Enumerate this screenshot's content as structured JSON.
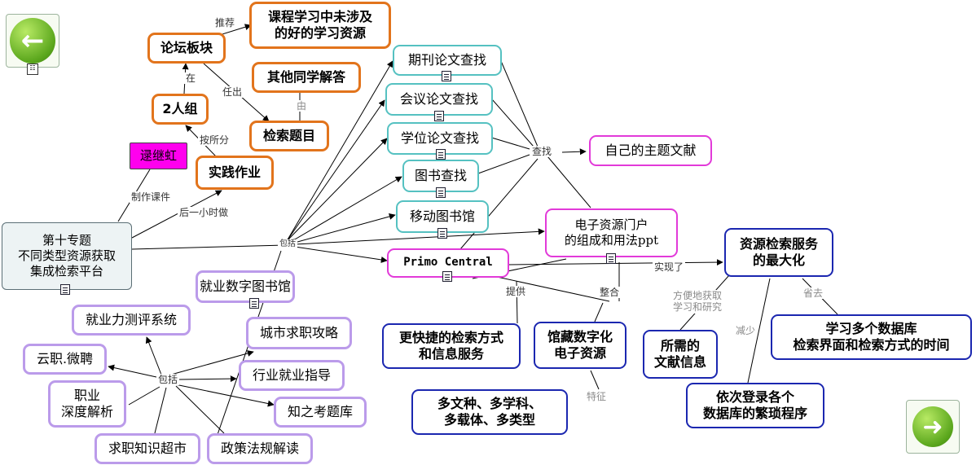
{
  "nodes": {
    "root": "第十专题\n不同类型资源获取\n集成检索平台",
    "forum": "论坛板块",
    "course_resources": "课程学习中未涉及\n的好的学习资源",
    "other_answers": "其他同学解答",
    "group2": "2人组",
    "search_topic": "检索题目",
    "author": "逯继虹",
    "practice": "实践作业",
    "journal": "期刊论文查找",
    "conference": "会议论文查找",
    "thesis": "学位论文查找",
    "books": "图书查找",
    "mobile_lib": "移动图书馆",
    "own_topic": "自己的主题文献",
    "eportal": "电子资源门户\n的组成和用法ppt",
    "primo": "Primo Central",
    "maximize": "资源检索服务\n的最大化",
    "faster": "更快捷的检索方式\n和信息服务",
    "collection": "馆藏数字化\n电子资源",
    "needed_info": "所需的\n文献信息",
    "learn_many": "学习多个数据库\n检索界面和检索方式的时间",
    "multi": "多文种、多学科、\n多载体、多类型",
    "login": "依次登录各个\n数据库的繁琐程序",
    "job_library": "就业数字图书馆",
    "job_test": "就业力测评系统",
    "city_guide": "城市求职攻略",
    "cloud_job": "云职.微聘",
    "industry": "行业就业指导",
    "career": "职业\n深度解析",
    "exam_bank": "知之考题库",
    "knowledge_market": "求职知识超市",
    "policy": "政策法规解读"
  },
  "labels": {
    "recommend": "推荐",
    "at": "在",
    "raise": "任出",
    "by": "由",
    "assign": "按所分",
    "make_courseware": "制作课件",
    "after_hours": "后一小时做",
    "include_main": "包括",
    "search": "查找",
    "realize": "实现了",
    "provide": "提供",
    "integrate": "整合",
    "convenient": "方便地获取\n学习和研究",
    "reduce": "减少",
    "save": "省去",
    "feature": "特征",
    "include_job": "包括"
  },
  "icons": {
    "back": "back-arrow-icon",
    "forward": "forward-arrow-icon",
    "doc": "document-note-icon",
    "sitemap": "sitemap-icon"
  },
  "colors": {
    "orange": "#e2741c",
    "teal": "#55c1c1",
    "magenta": "#e23ad9",
    "blue": "#1b27b0",
    "purple": "#bb9bea",
    "author_fill": "#ff00ee"
  }
}
